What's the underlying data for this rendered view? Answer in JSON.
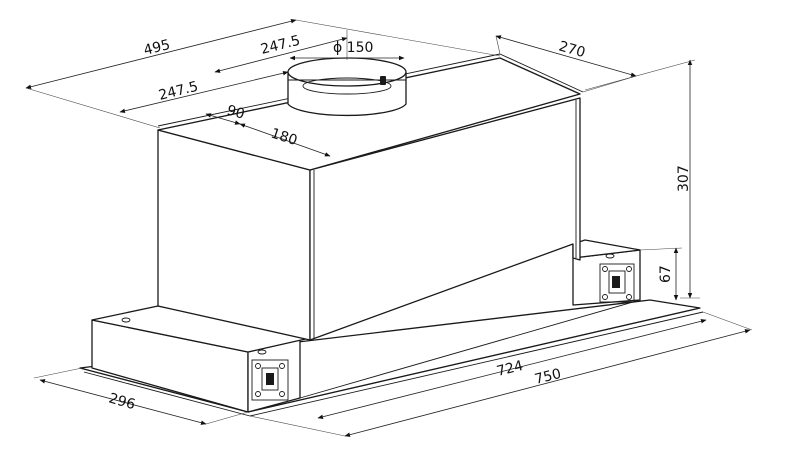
{
  "dimensions": {
    "width_top": "495",
    "half_top_upper": "247.5",
    "half_top_lower": "247.5",
    "duct_diameter": "ϕ 150",
    "depth_top": "270",
    "offset_90": "90",
    "offset_180": "180",
    "height_total": "307",
    "height_base": "67",
    "inner_length": "724",
    "overall_length": "750",
    "base_depth": "296"
  }
}
